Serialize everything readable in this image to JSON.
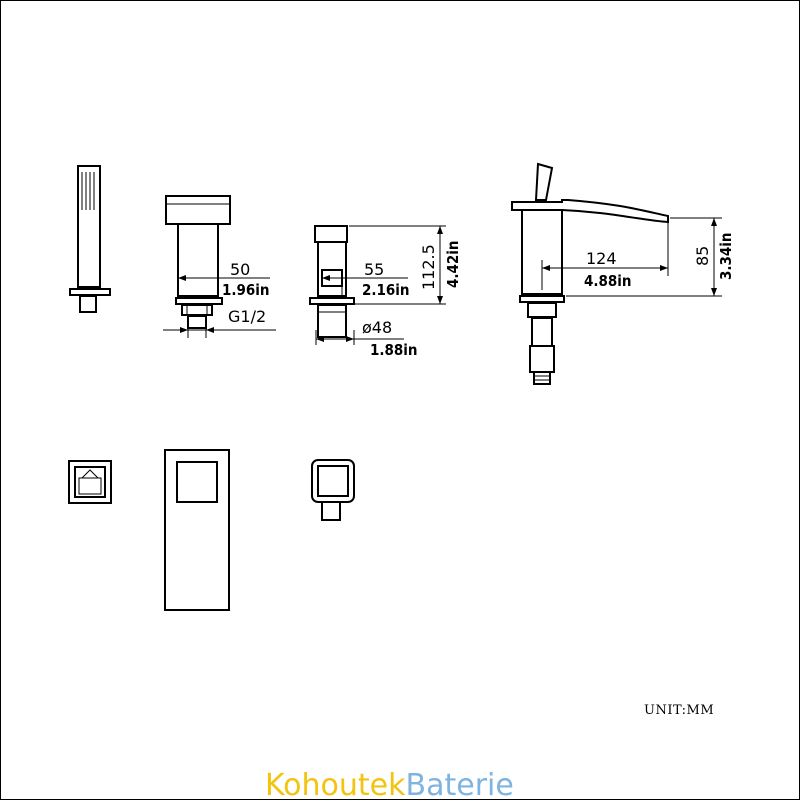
{
  "dimensions": {
    "handshower_base": {
      "mm": "50",
      "inch": "1.96in"
    },
    "thread": {
      "label": "G1/2"
    },
    "valve_width": {
      "mm": "55",
      "inch": "2.16in"
    },
    "valve_height": {
      "mm": "112.5",
      "inch": "4.42in"
    },
    "valve_diameter": {
      "mm": "ø48",
      "inch": "1.88in"
    },
    "spout_reach": {
      "mm": "124",
      "inch": "4.88in"
    },
    "spout_height": {
      "mm": "85",
      "inch": "3.34in"
    }
  },
  "unit_label": "UNIT:MM",
  "watermark": {
    "part1": "Kohoutek",
    "part2": "Baterie",
    "color1": "#f2c40f",
    "color2": "#7fb3e0"
  }
}
